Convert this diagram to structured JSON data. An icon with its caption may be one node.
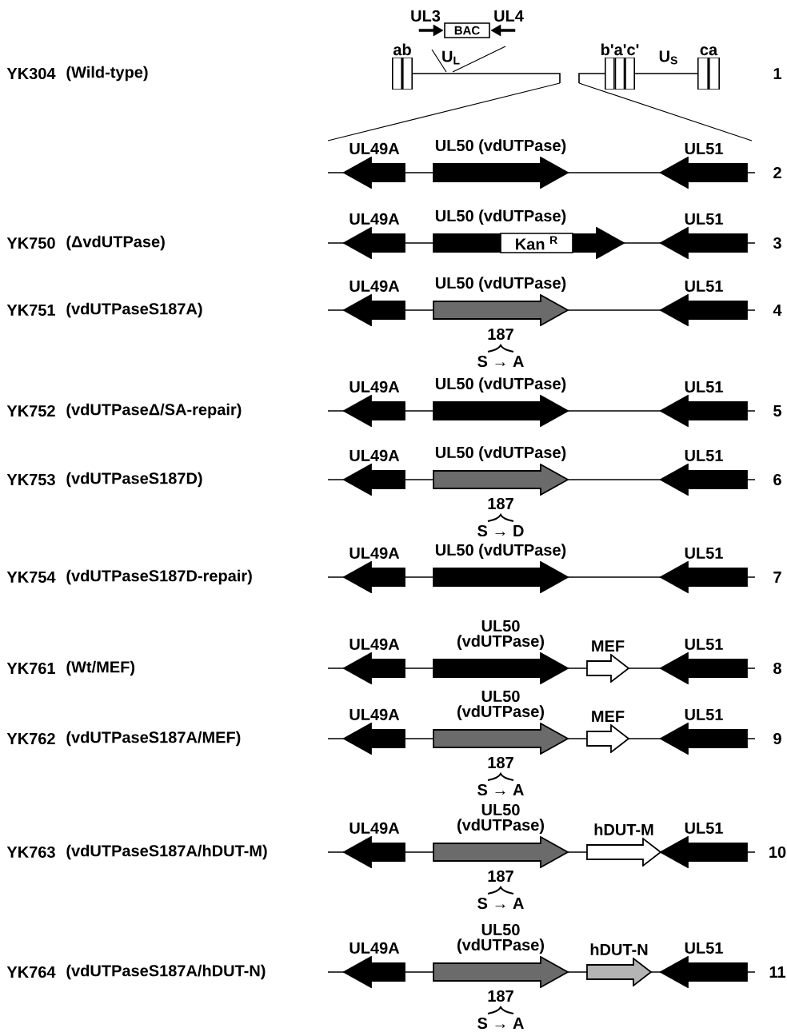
{
  "diagram": {
    "nodes": [
      {
        "text": [
          "ab"
        ]
      },
      {
        "text": [
          "UL3"
        ]
      },
      {
        "text": [
          "BAC"
        ]
      },
      {
        "text": [
          "UL4"
        ]
      },
      {
        "text": [
          "b'a'c'"
        ]
      },
      {
        "text": [
          "ca"
        ]
      },
      {
        "text": [
          "UL49A"
        ]
      },
      {
        "text": [
          "UL50 (vdUTPase)"
        ]
      },
      {
        "text": [
          "UL51"
        ]
      },
      {
        "text": [
          "UL49A"
        ]
      },
      {
        "text": [
          "UL50 (vdUTPase)"
        ]
      },
      {
        "text": [
          "Kan $^{R}$"
        ],
        "in": 10
      },
      {
        "text": [
          "UL51"
        ]
      },
      {
        "text": [
          "UL49A"
        ]
      },
      {
        "text": [
          "UL50 (vdUTPase)"
        ],
        "beside": [
          "187",
          "S → A"
        ]
      },
      {
        "text": [
          "UL51"
        ]
      },
      {
        "text": [
          "UL49A"
        ]
      },
      {
        "text": [
          "UL50 (vdUTPase)"
        ]
      },
      {
        "text": [
          "UL51"
        ]
      },
      {
        "text": [
          "UL49A"
        ]
      },
      {
        "text": [
          "UL50 (vdUTPase)"
        ],
        "beside": [
          "187",
          "S → D"
        ]
      },
      {
        "text": [
          "UL51"
        ]
      },
      {
        "text": [
          "UL49A"
        ]
      },
      {
        "text": [
          "UL50 (vdUTPase)"
        ]
      },
      {
        "text": [
          "UL51"
        ]
      },
      {
        "text": [
          "UL49A"
        ]
      },
      {
        "text": [
          "UL50 (vdUTPase)"
        ]
      },
      {
        "text": [
          "MEF"
        ]
      },
      {
        "text": [
          "UL51"
        ]
      },
      {
        "text": [
          "UL49A"
        ]
      },
      {
        "text": [
          "UL50 (vdUTPase)"
        ],
        "beside": [
          "187",
          "S → A"
        ]
      },
      {
        "text": [
          "MEF"
        ]
      },
      {
        "text": [
          "UL51"
        ]
      },
      {
        "text": [
          "UL49A"
        ]
      },
      {
        "text": [
          "UL50 (vdUTPase)"
        ],
        "beside": [
          "187",
          "S → A"
        ]
      },
      {
        "text": [
          "hDUT-M"
        ]
      },
      {
        "text": [
          "UL51"
        ]
      },
      {
        "text": [
          "UL49A"
        ]
      },
      {
        "text": [
          "UL50 (vdUTPase)"
        ],
        "beside": [
          "187",
          "S → A"
        ]
      },
      {
        "text": [
          "hDUT-N"
        ]
      },
      {
        "text": [
          "UL51"
        ]
      }
    ],
    "labels": [
      "YK304",
      "(Wild-type)",
      "U$_{L}$",
      "U$_{S}$",
      "1",
      "2",
      "YK750",
      "(ΔvdUTPase)",
      "3",
      "YK751",
      "(vdUTPaseS187A)",
      "4",
      "YK752",
      "(vdUTPaseΔ/SA-repair)",
      "5",
      "YK753",
      "(vdUTPaseS187D)",
      "6",
      "YK754",
      "(vdUTPaseS187D-repair)",
      "7",
      "YK761",
      "(Wt/MEF)",
      "8",
      "YK762",
      "(vdUTPaseS187A/MEF)",
      "9",
      "YK763",
      "(vdUTPaseS187A/hDUT-M)",
      "10",
      "YK764",
      "(vdUTPaseS187A/hDUT-N)",
      "11"
    ]
  }
}
